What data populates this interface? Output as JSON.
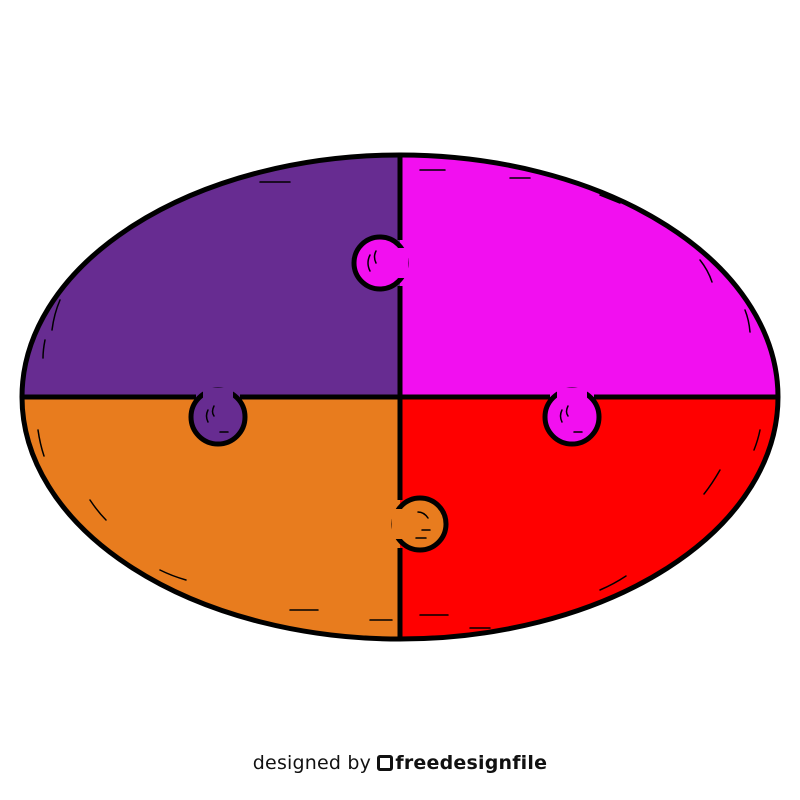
{
  "illustration": {
    "subject": "oval jigsaw puzzle split into four pieces",
    "pieces": [
      {
        "name": "top-left",
        "color": "#672C91"
      },
      {
        "name": "top-right",
        "color": "#F20FF0"
      },
      {
        "name": "bottom-left",
        "color": "#E87C1E"
      },
      {
        "name": "bottom-right",
        "color": "#FF0000"
      }
    ],
    "outline_color": "#000000"
  },
  "credit": {
    "prefix": "designed by",
    "brand": "freedesignfile"
  }
}
